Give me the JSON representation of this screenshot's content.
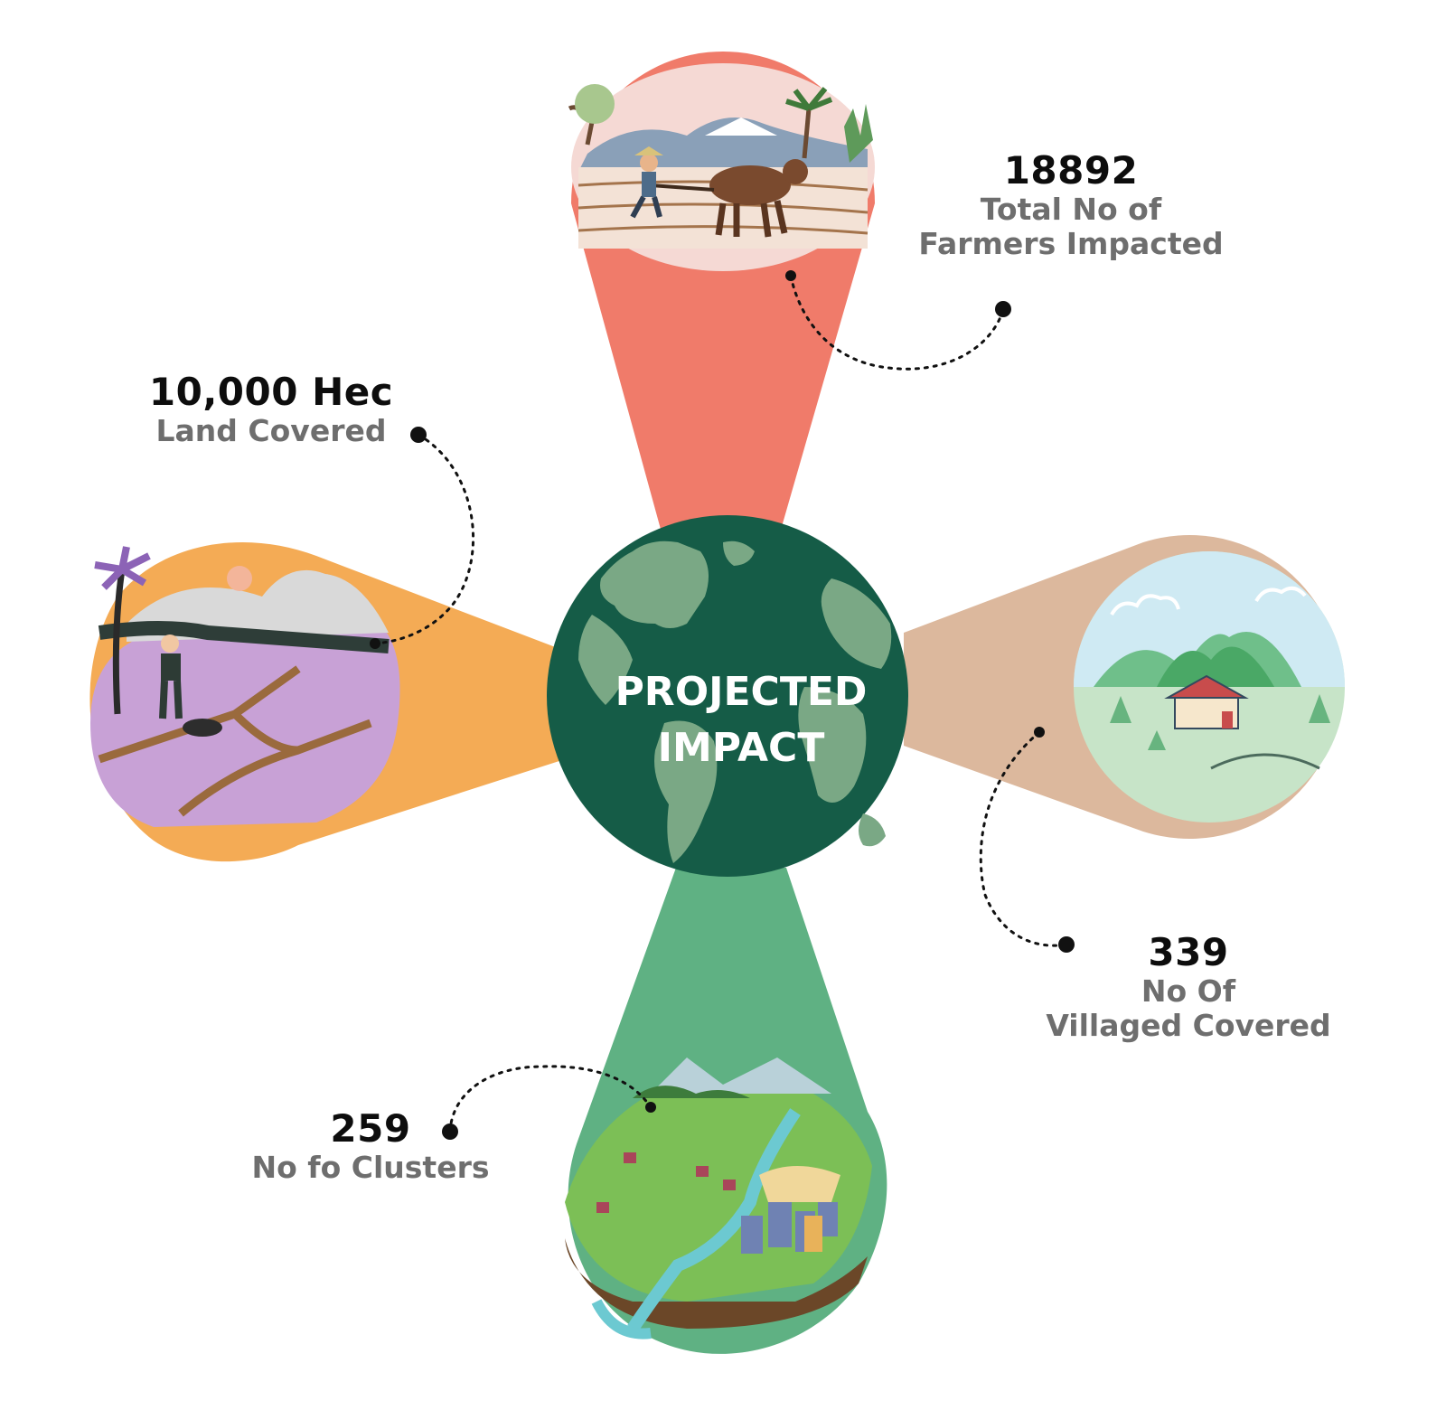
{
  "center": {
    "title": "PROJECTED IMPACT"
  },
  "stats": {
    "farmers": {
      "value": "18892",
      "label_line1": "Total No of",
      "label_line2": "Farmers Impacted"
    },
    "land": {
      "value": "10,000 Hec",
      "label_line1": "Land Covered"
    },
    "villages": {
      "value": "339",
      "label_line1": "No Of",
      "label_line2": "Villaged Covered"
    },
    "clusters": {
      "value": "259",
      "label_line1": "No fo Clusters"
    }
  },
  "colors": {
    "globe": "#155c47",
    "continents": "#7aa885",
    "petal_top": "#f07b6a",
    "petal_left": "#f4ab55",
    "petal_right": "#dcb89d",
    "petal_bottom": "#5fb183",
    "connector": "#111111"
  },
  "icons": [
    "farmer-plowing-illustration",
    "purple-field-illustration",
    "village-house-illustration",
    "green-landscape-illustration",
    "globe-icon"
  ]
}
